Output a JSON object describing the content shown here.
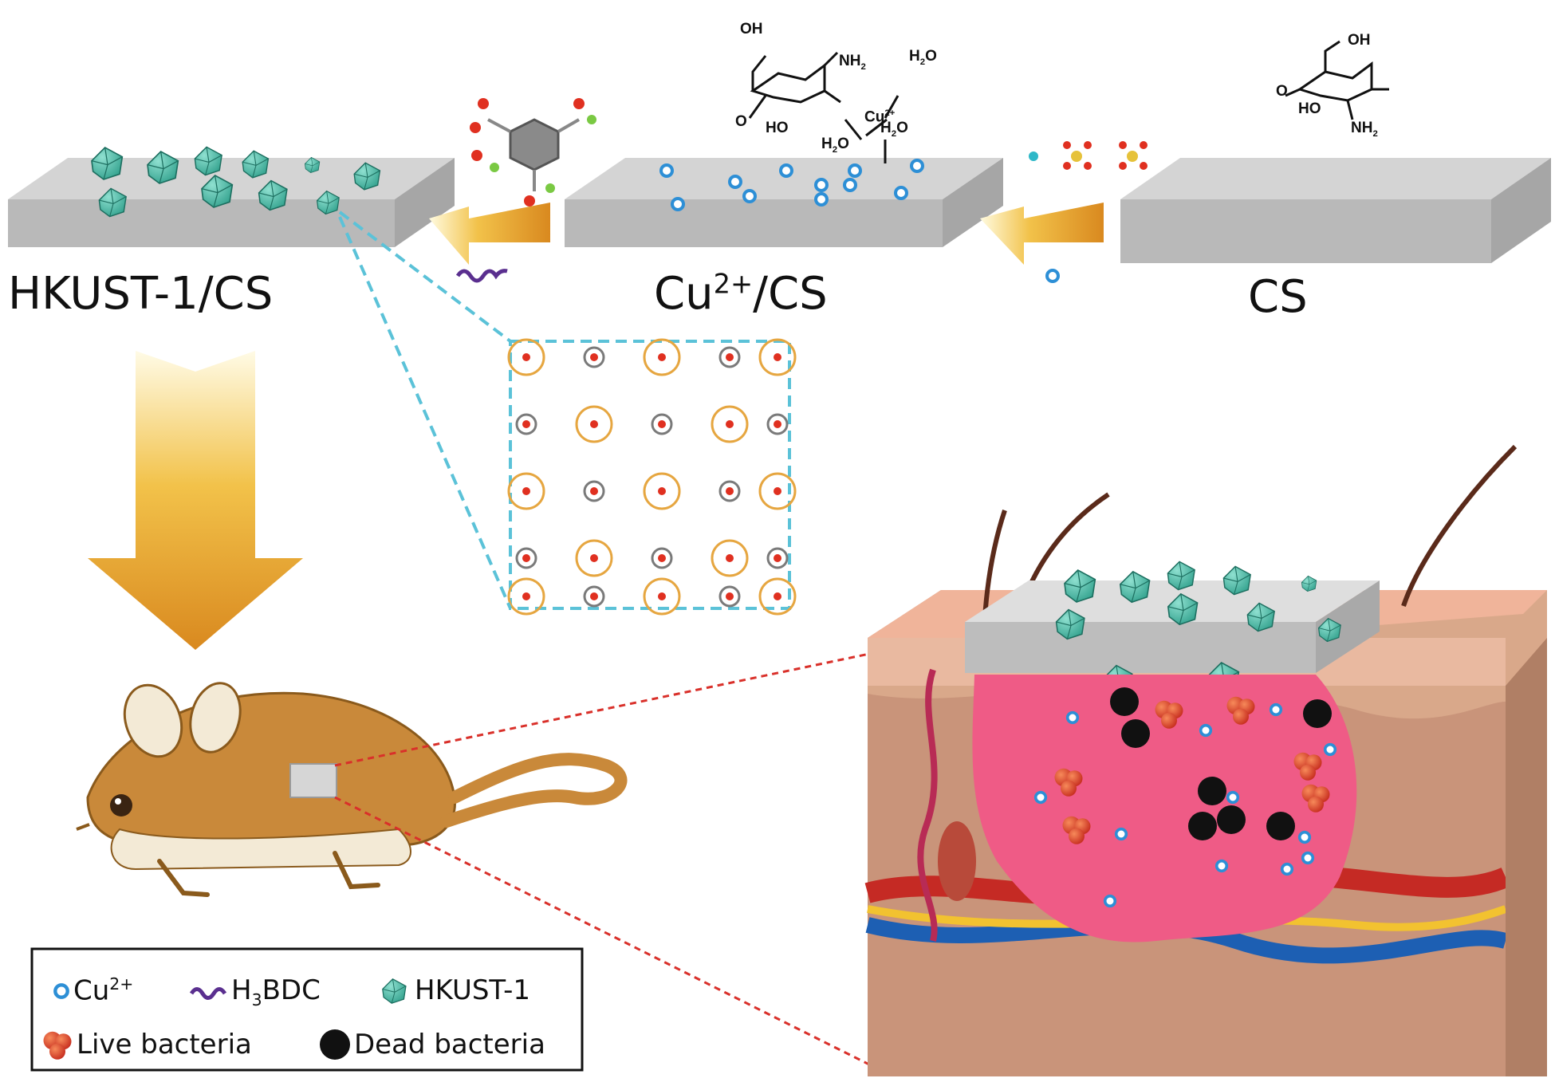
{
  "slabs": {
    "hkust_cs": {
      "main": "HKUST-1/CS"
    },
    "cu_cs": {
      "base": "Cu",
      "sup": "2+",
      "rest": "/CS"
    },
    "cs": {
      "main": "CS"
    }
  },
  "chem_labels": {
    "oh_top": "OH",
    "nh2_mid": "NH",
    "nh2_sub": "2",
    "cu_mid": "Cu",
    "cu_sup": "2+",
    "h2o_a": "H",
    "h2o_a_sub": "2",
    "h2o_a_o": "O",
    "ho_mid": "HO",
    "o_left": "O",
    "oh_right": "OH",
    "ho_right": "HO",
    "nh2_right": "NH",
    "nh2_right_sub": "2",
    "o_right": "O"
  },
  "legend": {
    "cu_base": "Cu",
    "cu_sup": "2+",
    "h3bdc_h": "H",
    "h3bdc_sub": "3",
    "h3bdc_rest": "BDC",
    "hkust": "HKUST-1",
    "live": "Live bacteria",
    "dead": "Dead bacteria"
  },
  "colors": {
    "slab_top": "#d6d6d6",
    "slab_side": "#b8b8b8",
    "crystal": "#3fb8a3",
    "cu_ion": "#2d8fd6",
    "arrow": "#e7a32a",
    "dash_cyan": "#5bc2d8",
    "dash_red": "#d9302a",
    "mouse": "#c9893a",
    "wound": "#ef5b86",
    "live_bacteria": "#e8503a",
    "dead_bacteria": "#111111"
  }
}
